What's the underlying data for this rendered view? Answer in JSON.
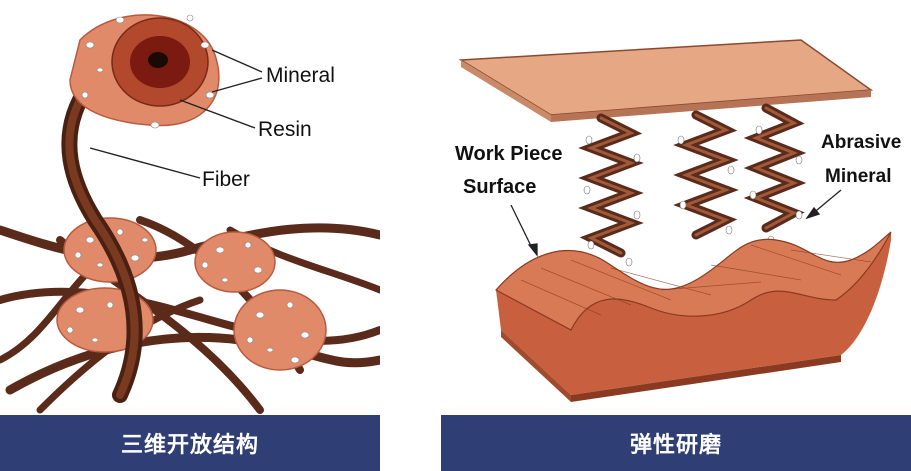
{
  "left_panel": {
    "labels": {
      "mineral": "Mineral",
      "resin": "Resin",
      "fiber": "Fiber"
    },
    "caption": "三维开放结构"
  },
  "right_panel": {
    "labels": {
      "work_piece_line1": "Work Piece",
      "work_piece_line2": "Surface",
      "abrasive_line1": "Abrasive",
      "abrasive_line2": "Mineral"
    },
    "caption": "弹性研磨"
  },
  "colors": {
    "caption_bar": "#2f3e74",
    "fiber": "#5a2a1a",
    "resin_blob": "#e08a6a",
    "plate": "#e6a785",
    "block": "#c8603f"
  }
}
